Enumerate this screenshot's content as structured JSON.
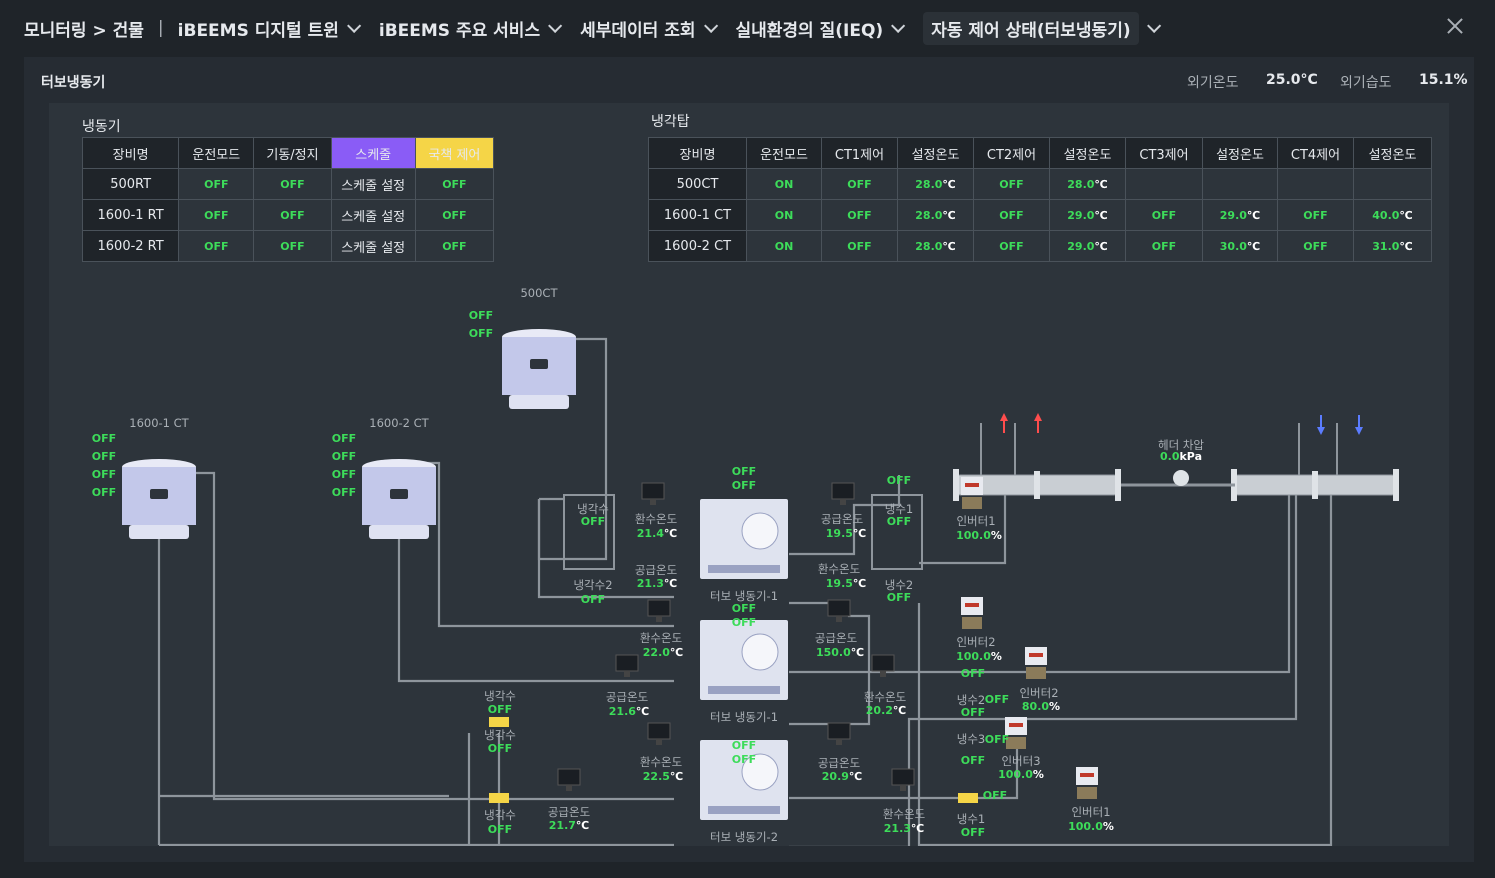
{
  "breadcrumb": "모니터링 > 건물",
  "nav": [
    "iBEEMS 디지털 트윈",
    "iBEEMS 주요 서비스",
    "세부데이터 조회",
    "실내환경의 질(IEQ)",
    "자동 제어 상태(터보냉동기)"
  ],
  "panel": {
    "title": "터보냉동기",
    "outdoor_temp_label": "외기온도",
    "outdoor_temp": "25.0°C",
    "outdoor_hum_label": "외기습도",
    "outdoor_hum": "15.1%"
  },
  "chiller_table": {
    "title": "냉동기",
    "headers": [
      "장비명",
      "운전모드",
      "기동/정지",
      "스케줄",
      "국책 제어"
    ],
    "rows": [
      [
        "500RT",
        "OFF",
        "OFF",
        "스케줄 설정",
        "OFF"
      ],
      [
        "1600-1 RT",
        "OFF",
        "OFF",
        "스케줄 설정",
        "OFF"
      ],
      [
        "1600-2 RT",
        "OFF",
        "OFF",
        "스케줄 설정",
        "OFF"
      ]
    ]
  },
  "tower_table": {
    "title": "냉각탑",
    "headers": [
      "장비명",
      "운전모드",
      "CT1제어",
      "설정온도",
      "CT2제어",
      "설정온도",
      "CT3제어",
      "설정온도",
      "CT4제어",
      "설정온도"
    ],
    "rows": [
      [
        "500CT",
        "ON",
        "OFF",
        "28.0",
        "OFF",
        "28.0",
        "",
        "",
        "",
        ""
      ],
      [
        "1600-1 CT",
        "ON",
        "OFF",
        "28.0",
        "OFF",
        "29.0",
        "OFF",
        "29.0",
        "OFF",
        "40.0"
      ],
      [
        "1600-2 CT",
        "ON",
        "OFF",
        "28.0",
        "OFF",
        "29.0",
        "OFF",
        "30.0",
        "OFF",
        "31.0"
      ]
    ],
    "unit": "℃"
  },
  "diagram": {
    "ct_500": "500CT",
    "ct_1600_1": "1600-1 CT",
    "ct_1600_2": "1600-2 CT",
    "off": "OFF",
    "chiller1": "터보 냉동기-1",
    "chiller2": "터보 냉동기-2",
    "chiller3": "터보 냉동기-1",
    "header_dp_label": "헤더 차압",
    "header_dp_value": "0.0",
    "header_dp_unit": "kPa",
    "ret_temp": "환수온도",
    "sup_temp": "공급온도",
    "cool_water": "냉각수",
    "cool_water2": "냉각수2",
    "chw1": "냉수1",
    "chw2": "냉수2",
    "chw3": "냉수3",
    "inv1": "인버터1",
    "inv2": "인버터2",
    "inv3": "인버터3",
    "t1_ret": "21.4",
    "t1_sup": "21.3",
    "t1_csup": "19.5",
    "t1_cret": "19.5",
    "t2_ret": "22.0",
    "t2_sup": "21.6",
    "t2_csup": "150.0",
    "t2_cret": "20.2",
    "t3_ret": "22.5",
    "t3_sup": "21.7",
    "t3_csup": "20.9",
    "t3_cret": "21.3",
    "inv1_val": "100.0",
    "inv2_val": "100.0",
    "inv2b_val": "80.0",
    "inv3_val": "100.0",
    "inv1b_val": "100.0",
    "c_unit": "℃",
    "pct": "%"
  }
}
